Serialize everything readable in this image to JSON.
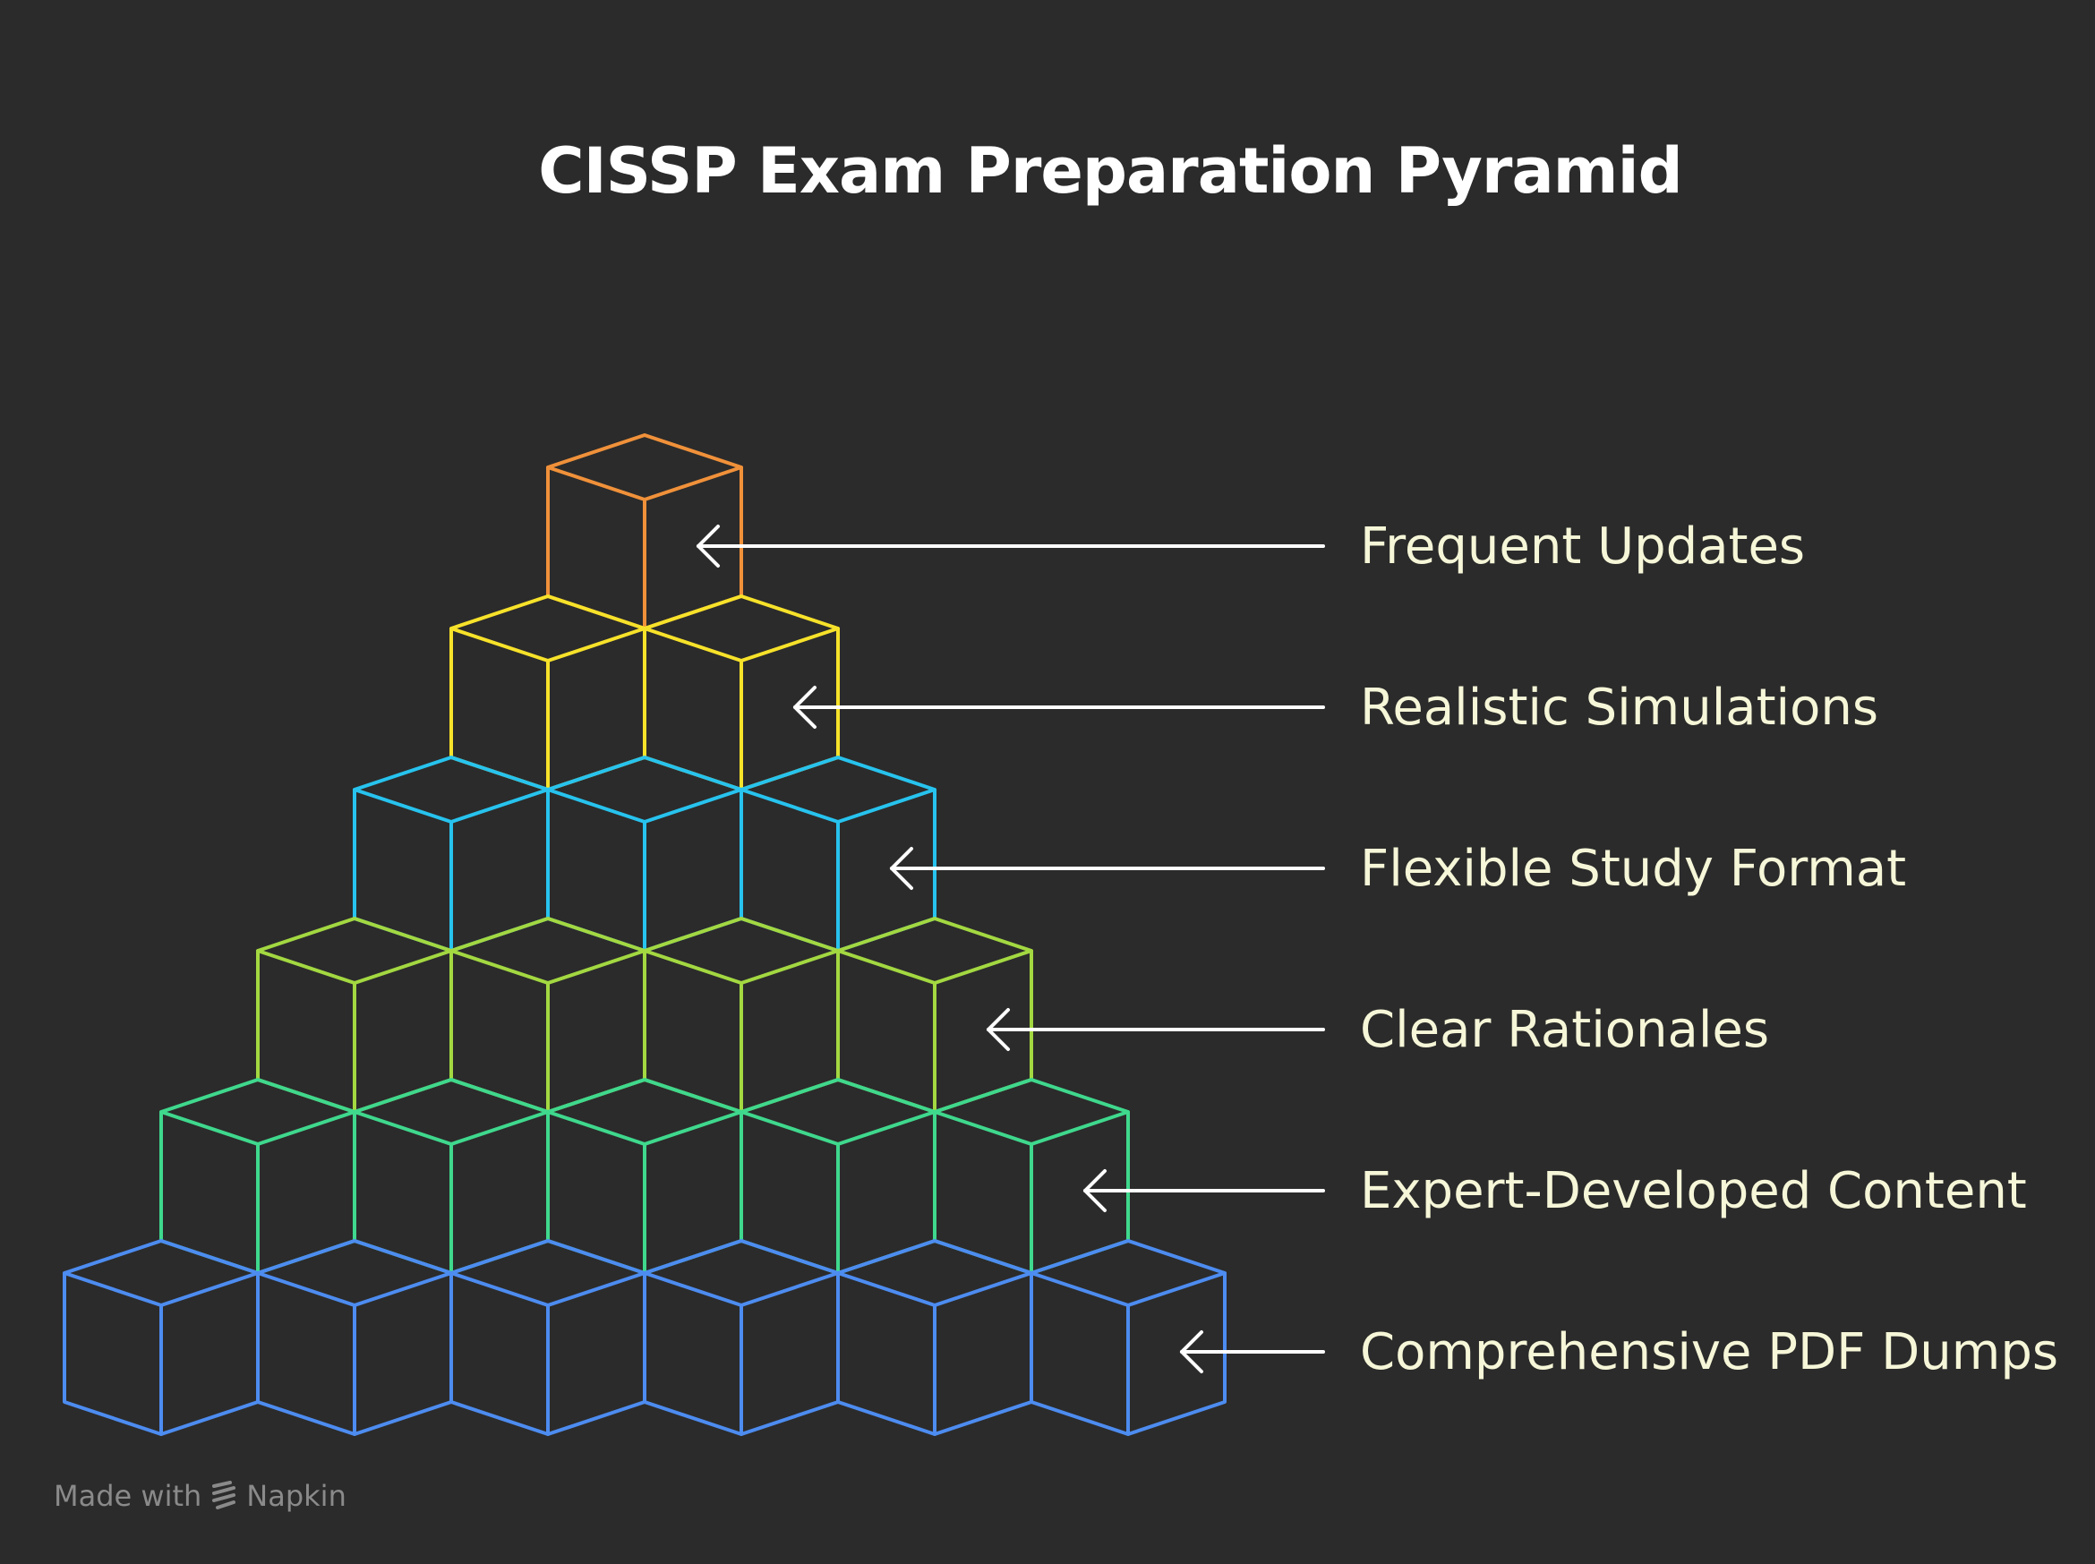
{
  "title": "CISSP Exam Preparation Pyramid",
  "levels": [
    {
      "label": "Frequent Updates",
      "cubes": 1,
      "color": "#f0913a"
    },
    {
      "label": "Realistic Simulations",
      "cubes": 2,
      "color": "#f7e22a"
    },
    {
      "label": "Flexible Study Format",
      "cubes": 3,
      "color": "#27c3ee"
    },
    {
      "label": "Clear Rationales",
      "cubes": 4,
      "color": "#a3d841"
    },
    {
      "label": "Expert-Developed Content",
      "cubes": 5,
      "color": "#3fd88d"
    },
    {
      "label": "Comprehensive PDF Dumps",
      "cubes": 6,
      "color": "#4d8cf0"
    }
  ],
  "arrow_color": "#ffffff",
  "label_color": "#f6f6d8",
  "footer": {
    "made_with": "Made with",
    "brand": "Napkin",
    "icon": "napkin-logo-icon"
  }
}
